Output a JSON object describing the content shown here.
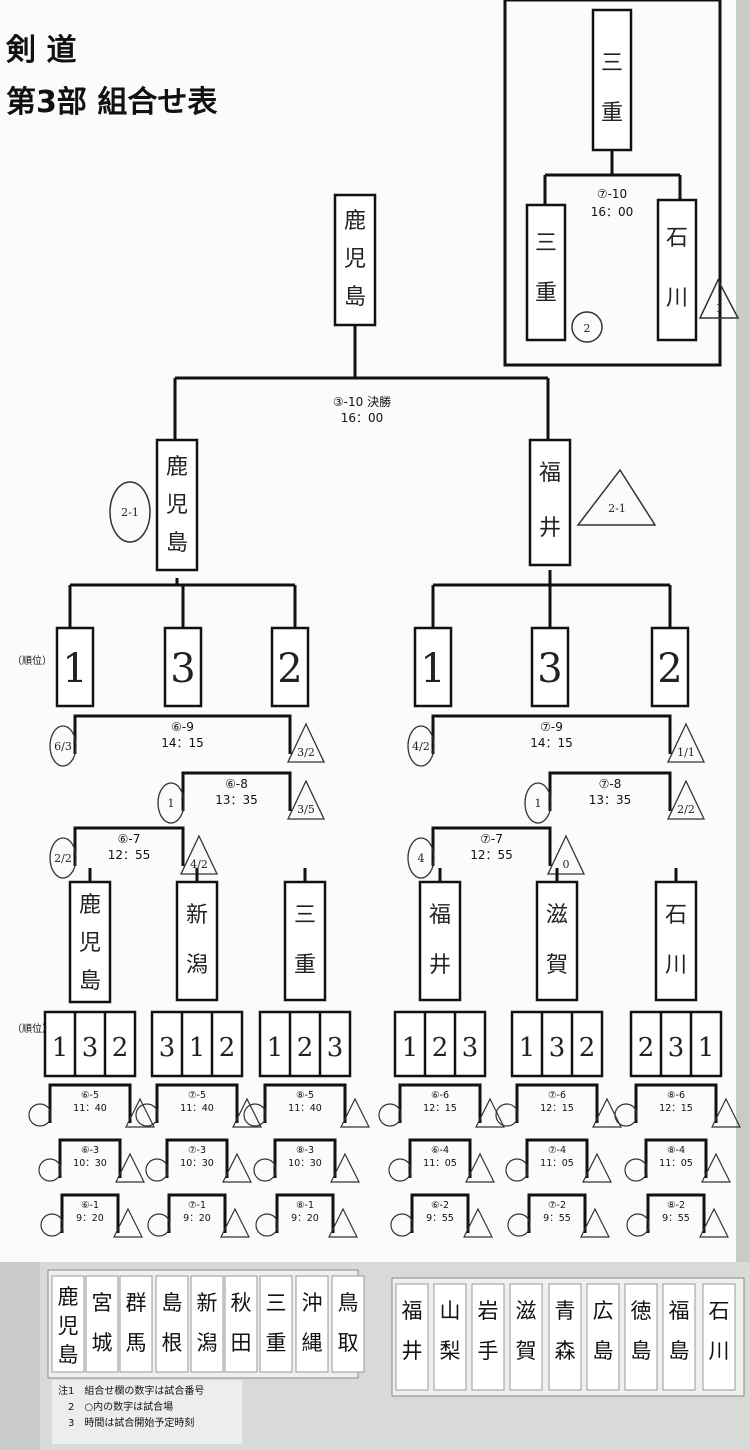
{
  "title": {
    "line1": "剣 道",
    "line2": "第3部 組合せ表"
  },
  "labels": {
    "rank": "（順位）"
  },
  "inset": {
    "winner": [
      "三",
      "重"
    ],
    "left": [
      "三",
      "重"
    ],
    "right": [
      "石",
      "川"
    ],
    "match": "⑦-10",
    "time": "16：00",
    "score_left": "2",
    "score_right": "1"
  },
  "final": {
    "match": "③-10 決勝",
    "time": "16：00",
    "champion": [
      "鹿",
      "児",
      "島"
    ],
    "left": [
      "鹿",
      "児",
      "島"
    ],
    "right": [
      "福",
      "井"
    ],
    "score_left": "2-1",
    "score_right": "2-1"
  },
  "groups": [
    {
      "name": [
        "鹿",
        "児",
        "島"
      ],
      "ranks": [
        "1",
        "3",
        "2"
      ],
      "upper": [
        {
          "match": "⑥-9",
          "time": "14：15",
          "sl": "6/3",
          "sr": "3/2"
        },
        {
          "match": "⑥-8",
          "time": "13：35",
          "sl": "1",
          "sr": "3/5"
        },
        {
          "match": "⑥-7",
          "time": "12：55",
          "sl": "2/2",
          "sr": "4/2"
        }
      ]
    },
    {
      "name": [
        "福",
        "井"
      ],
      "ranks": [
        "1",
        "3",
        "2"
      ],
      "upper": [
        {
          "match": "⑦-9",
          "time": "14：15",
          "sl": "4/2",
          "sr": "1/1"
        },
        {
          "match": "⑦-8",
          "time": "13：35",
          "sl": "1",
          "sr": "2/2"
        },
        {
          "match": "⑦-7",
          "time": "12：55",
          "sl": "4",
          "sr": "0"
        }
      ]
    }
  ],
  "pools": [
    {
      "name": [
        "鹿",
        "児",
        "島"
      ],
      "ranks": [
        "1",
        "3",
        "2"
      ],
      "r1": {
        "match": "⑥-5",
        "time": "11：40"
      },
      "r2": {
        "match": "⑥-3",
        "time": "10：30"
      },
      "r3": {
        "match": "⑥-1",
        "time": "9：20"
      }
    },
    {
      "name": [
        "新",
        "潟"
      ],
      "ranks": [
        "3",
        "1",
        "2"
      ],
      "r1": {
        "match": "⑦-5",
        "time": "11：40"
      },
      "r2": {
        "match": "⑦-3",
        "time": "10：30"
      },
      "r3": {
        "match": "⑦-1",
        "time": "9：20"
      }
    },
    {
      "name": [
        "三",
        "重"
      ],
      "ranks": [
        "1",
        "2",
        "3"
      ],
      "r1": {
        "match": "⑧-5",
        "time": "11：40"
      },
      "r2": {
        "match": "⑧-3",
        "time": "10：30"
      },
      "r3": {
        "match": "⑧-1",
        "time": "9：20"
      }
    },
    {
      "name": [
        "福",
        "井"
      ],
      "ranks": [
        "1",
        "2",
        "3"
      ],
      "r1": {
        "match": "⑥-6",
        "time": "12：15"
      },
      "r2": {
        "match": "⑥-4",
        "time": "11：05"
      },
      "r3": {
        "match": "⑥-2",
        "time": "9：55"
      }
    },
    {
      "name": [
        "滋",
        "賀"
      ],
      "ranks": [
        "1",
        "3",
        "2"
      ],
      "r1": {
        "match": "⑦-6",
        "time": "12：15"
      },
      "r2": {
        "match": "⑦-4",
        "time": "11：05"
      },
      "r3": {
        "match": "⑦-2",
        "time": "9：55"
      }
    },
    {
      "name": [
        "石",
        "川"
      ],
      "ranks": [
        "2",
        "3",
        "1"
      ],
      "r1": {
        "match": "⑧-6",
        "time": "12：15"
      },
      "r2": {
        "match": "⑧-4",
        "time": "11：05"
      },
      "r3": {
        "match": "⑧-2",
        "time": "9：55"
      }
    }
  ],
  "teams": [
    [
      "鹿",
      "児",
      "島"
    ],
    [
      "宮",
      "城"
    ],
    [
      "群",
      "馬"
    ],
    [
      "島",
      "根"
    ],
    [
      "新",
      "潟"
    ],
    [
      "秋",
      "田"
    ],
    [
      "三",
      "重"
    ],
    [
      "沖",
      "縄"
    ],
    [
      "鳥",
      "取"
    ],
    [
      "福",
      "井"
    ],
    [
      "山",
      "梨"
    ],
    [
      "岩",
      "手"
    ],
    [
      "滋",
      "賀"
    ],
    [
      "青",
      "森"
    ],
    [
      "広",
      "島"
    ],
    [
      "徳",
      "島"
    ],
    [
      "福",
      "島"
    ],
    [
      "石",
      "川"
    ]
  ],
  "notes": [
    "注1　組合せ欄の数字は試合番号",
    "　2　○内の数字は試合場",
    "　3　時間は試合開始予定時刻"
  ]
}
